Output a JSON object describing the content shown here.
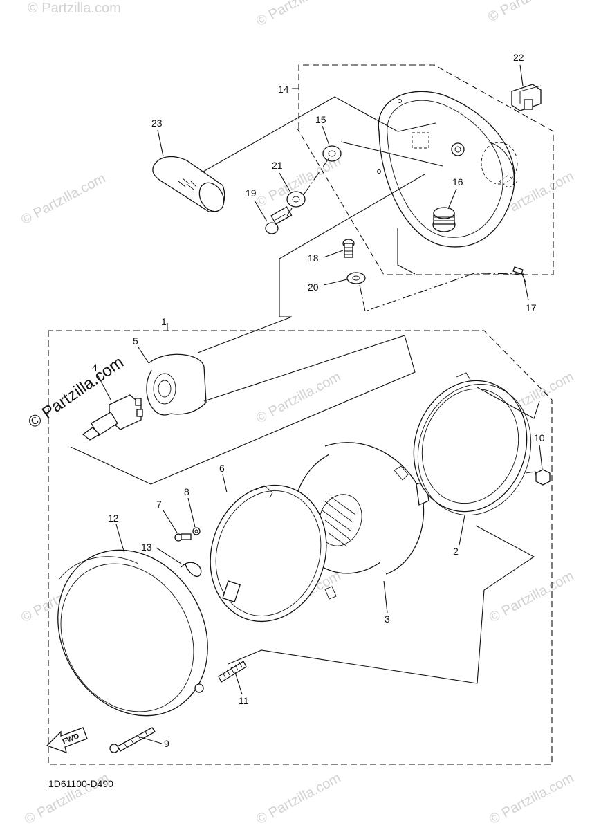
{
  "diagram": {
    "drawing_code": "1D61100-D490",
    "direction_marker": "FWD",
    "watermark_text": "© Partzilla.com",
    "callouts": [
      "1",
      "2",
      "3",
      "4",
      "5",
      "6",
      "7",
      "8",
      "9",
      "10",
      "11",
      "12",
      "13",
      "14",
      "15",
      "16",
      "17",
      "18",
      "19",
      "20",
      "21",
      "22",
      "23"
    ]
  },
  "colors": {
    "line": "#111111",
    "watermark": "#d2d2d2",
    "background": "#ffffff"
  }
}
